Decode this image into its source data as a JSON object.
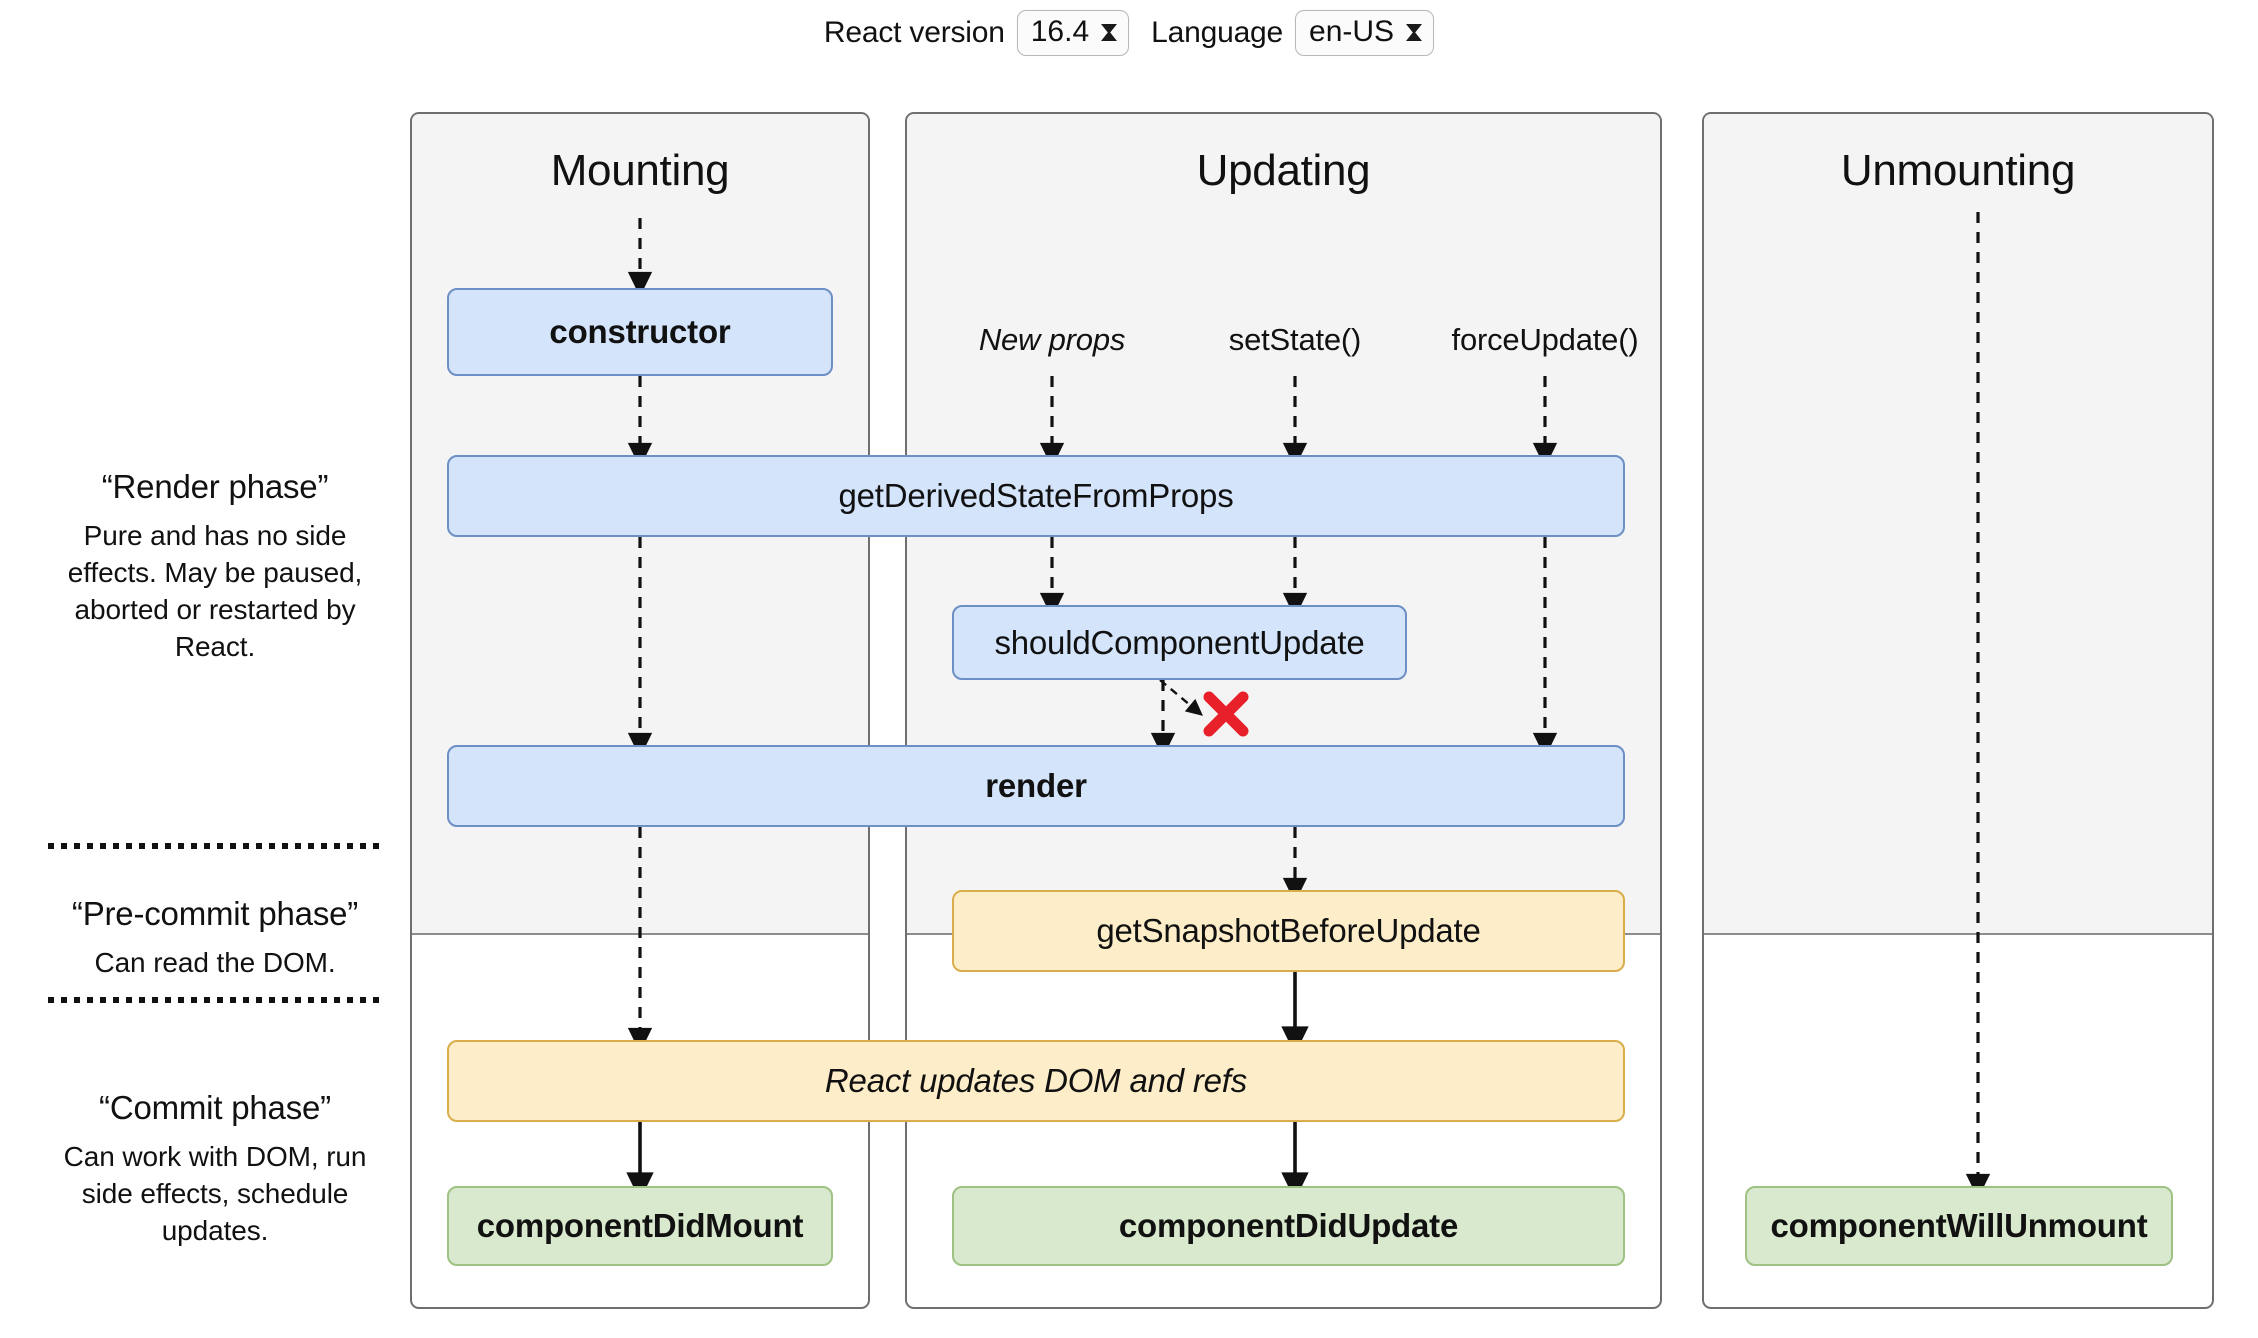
{
  "controls": {
    "react_version": {
      "label": "React version",
      "value": "16.4",
      "icon": "spinner-updown-icon"
    },
    "language": {
      "label": "Language",
      "value": "en-US",
      "icon": "spinner-updown-icon"
    }
  },
  "legend": [
    {
      "title": "“Render phase”",
      "description": "Pure and has no side effects. May be paused, aborted or restarted by React."
    },
    {
      "title": "“Pre-commit phase”",
      "description": "Can read the DOM."
    },
    {
      "title": "“Commit phase”",
      "description": "Can work with DOM, run side effects, schedule updates."
    }
  ],
  "columns": [
    {
      "title": "Mounting"
    },
    {
      "title": "Updating"
    },
    {
      "title": "Unmounting"
    }
  ],
  "triggers": [
    {
      "label": "New props",
      "style": "italic"
    },
    {
      "label": "setState()",
      "style": "normal"
    },
    {
      "label": "forceUpdate()",
      "style": "normal"
    }
  ],
  "boxes": {
    "constructor": {
      "label": "constructor",
      "color": "blue",
      "weight": "bold"
    },
    "get_derived_state_from_props": {
      "label": "getDerivedStateFromProps",
      "color": "blue",
      "weight": "normal"
    },
    "should_component_update": {
      "label": "shouldComponentUpdate",
      "color": "blue",
      "weight": "normal"
    },
    "render": {
      "label": "render",
      "color": "blue",
      "weight": "bold"
    },
    "get_snapshot_before_update": {
      "label": "getSnapshotBeforeUpdate",
      "color": "yellow",
      "weight": "normal"
    },
    "react_updates_dom": {
      "label": "React updates DOM and refs",
      "color": "yellow",
      "weight": "normal",
      "style": "italic"
    },
    "component_did_mount": {
      "label": "componentDidMount",
      "color": "green",
      "weight": "bold"
    },
    "component_did_update": {
      "label": "componentDidUpdate",
      "color": "green",
      "weight": "bold"
    },
    "component_will_unmount": {
      "label": "componentWillUnmount",
      "color": "green",
      "weight": "bold"
    }
  },
  "annotations": {
    "skip_marker": {
      "name": "red-x-icon",
      "meaning": "skipped",
      "color": "#e8202a"
    }
  },
  "colors": {
    "blue_fill": "#d4e4fb",
    "blue_border": "#6d8fc4",
    "yellow_fill": "#fdeec9",
    "yellow_border": "#d9ad4b",
    "green_fill": "#d9e9cd",
    "green_border": "#9fc183",
    "panel_border": "#6f6f6f",
    "phase_fill": "#f4f4f4"
  }
}
